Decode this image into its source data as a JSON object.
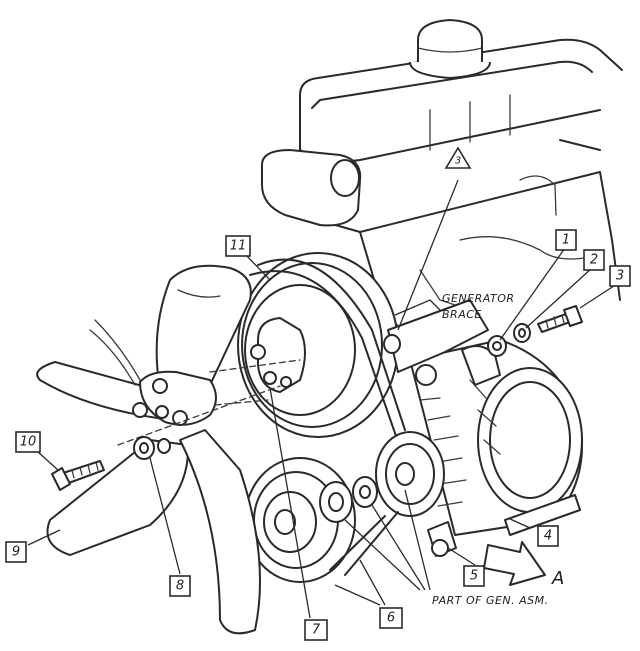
{
  "callouts": {
    "c1": "1",
    "c2": "2",
    "c3": "3",
    "c4": "4",
    "c5": "5",
    "c6": "6",
    "c7": "7",
    "c8": "8",
    "c9": "9",
    "c10": "10",
    "c11": "11",
    "triangle": "3"
  },
  "labels": {
    "generator_brace_line1": "GENERATOR",
    "generator_brace_line2": "BRACE",
    "part_of_gen_asm": "PART OF GEN. ASM.",
    "view_arrow": "A"
  }
}
